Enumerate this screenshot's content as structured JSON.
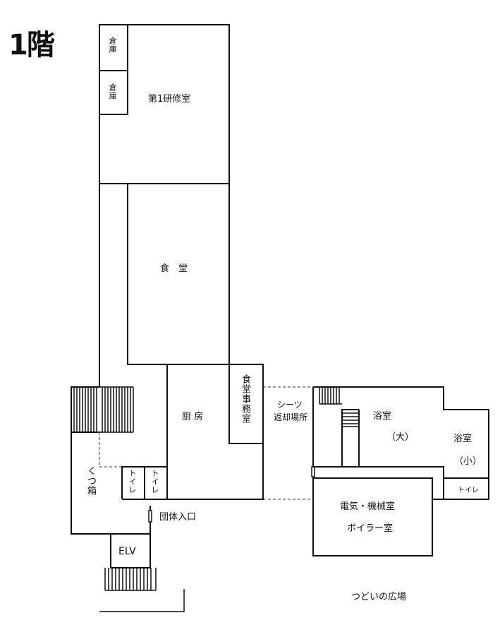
{
  "floor_label": "1階",
  "rooms": {
    "storage_1": "倉庫",
    "storage_2": "倉庫",
    "training_room": "第1研修室",
    "dining_hall": "食　堂",
    "kitchen": "厨 房",
    "dining_office": "食堂事務室",
    "sheets_return": [
      "シーツ",
      "返却場所"
    ],
    "shoe_box": "くつ箱",
    "toilet_1": "トイレ",
    "toilet_2": "トイレ",
    "group_entrance": "団体入口",
    "elevator": "ELV",
    "bath_large": [
      "浴室",
      "（大）"
    ],
    "bath_small": [
      "浴室",
      "（小）"
    ],
    "toilet_3": "トイレ",
    "electrical_room": "電気・機械室",
    "boiler_room": "ボイラー室",
    "plaza": "つどいの広場"
  },
  "colors": {
    "line": "#111111",
    "background": "#ffffff"
  }
}
